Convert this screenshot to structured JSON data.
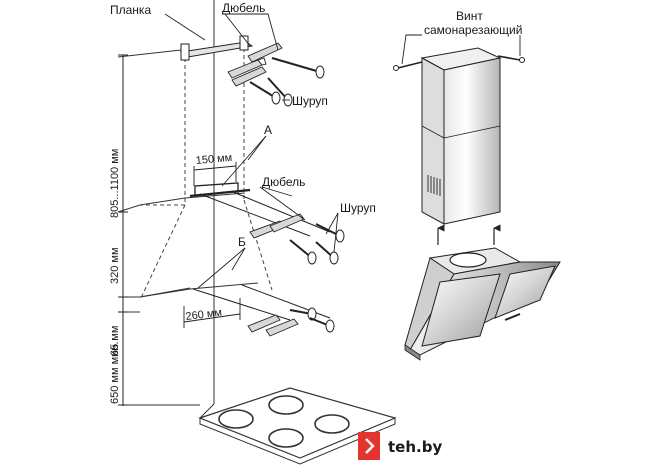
{
  "labels": {
    "planka": "Планка",
    "dyubel_top": "Дюбель",
    "shurup_top": "Шуруп",
    "point_a": "А",
    "dyubel_mid": "Дюбель",
    "shurup_mid": "Шуруп",
    "point_b": "Б",
    "vint_line1": "Винт",
    "vint_line2": "самонарезающий"
  },
  "dimensions": {
    "height_range": "805...1100 мм",
    "gap_320": "320 мм",
    "gap_65": "65 мм",
    "gap_650": "650 мм мин.",
    "width_150": "150 мм",
    "width_260": "260 мм"
  },
  "watermark": {
    "brand": "teh.by",
    "accent": "#e3342f"
  }
}
